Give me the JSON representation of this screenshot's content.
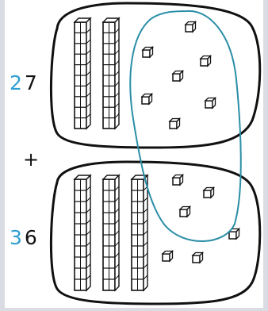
{
  "top_number": {
    "tens": "2",
    "ones": "7"
  },
  "bottom_number": {
    "tens": "3",
    "ones": "6"
  },
  "operator": "+",
  "colors": {
    "background": "#d9dde3",
    "panel": "#ffffff",
    "ink": "#111111",
    "tens_digit": "#2f9ed0",
    "grouping_loop": "#2a8ea6"
  },
  "blocks": {
    "top_group": {
      "tens_rods": 2,
      "unit_cubes": 7,
      "rod_icon": "ten-rod-icon",
      "cube_icon": "unit-cube-icon"
    },
    "bottom_group": {
      "tens_rods": 3,
      "unit_cubes": 6,
      "rod_icon": "ten-rod-icon",
      "cube_icon": "unit-cube-icon"
    }
  }
}
